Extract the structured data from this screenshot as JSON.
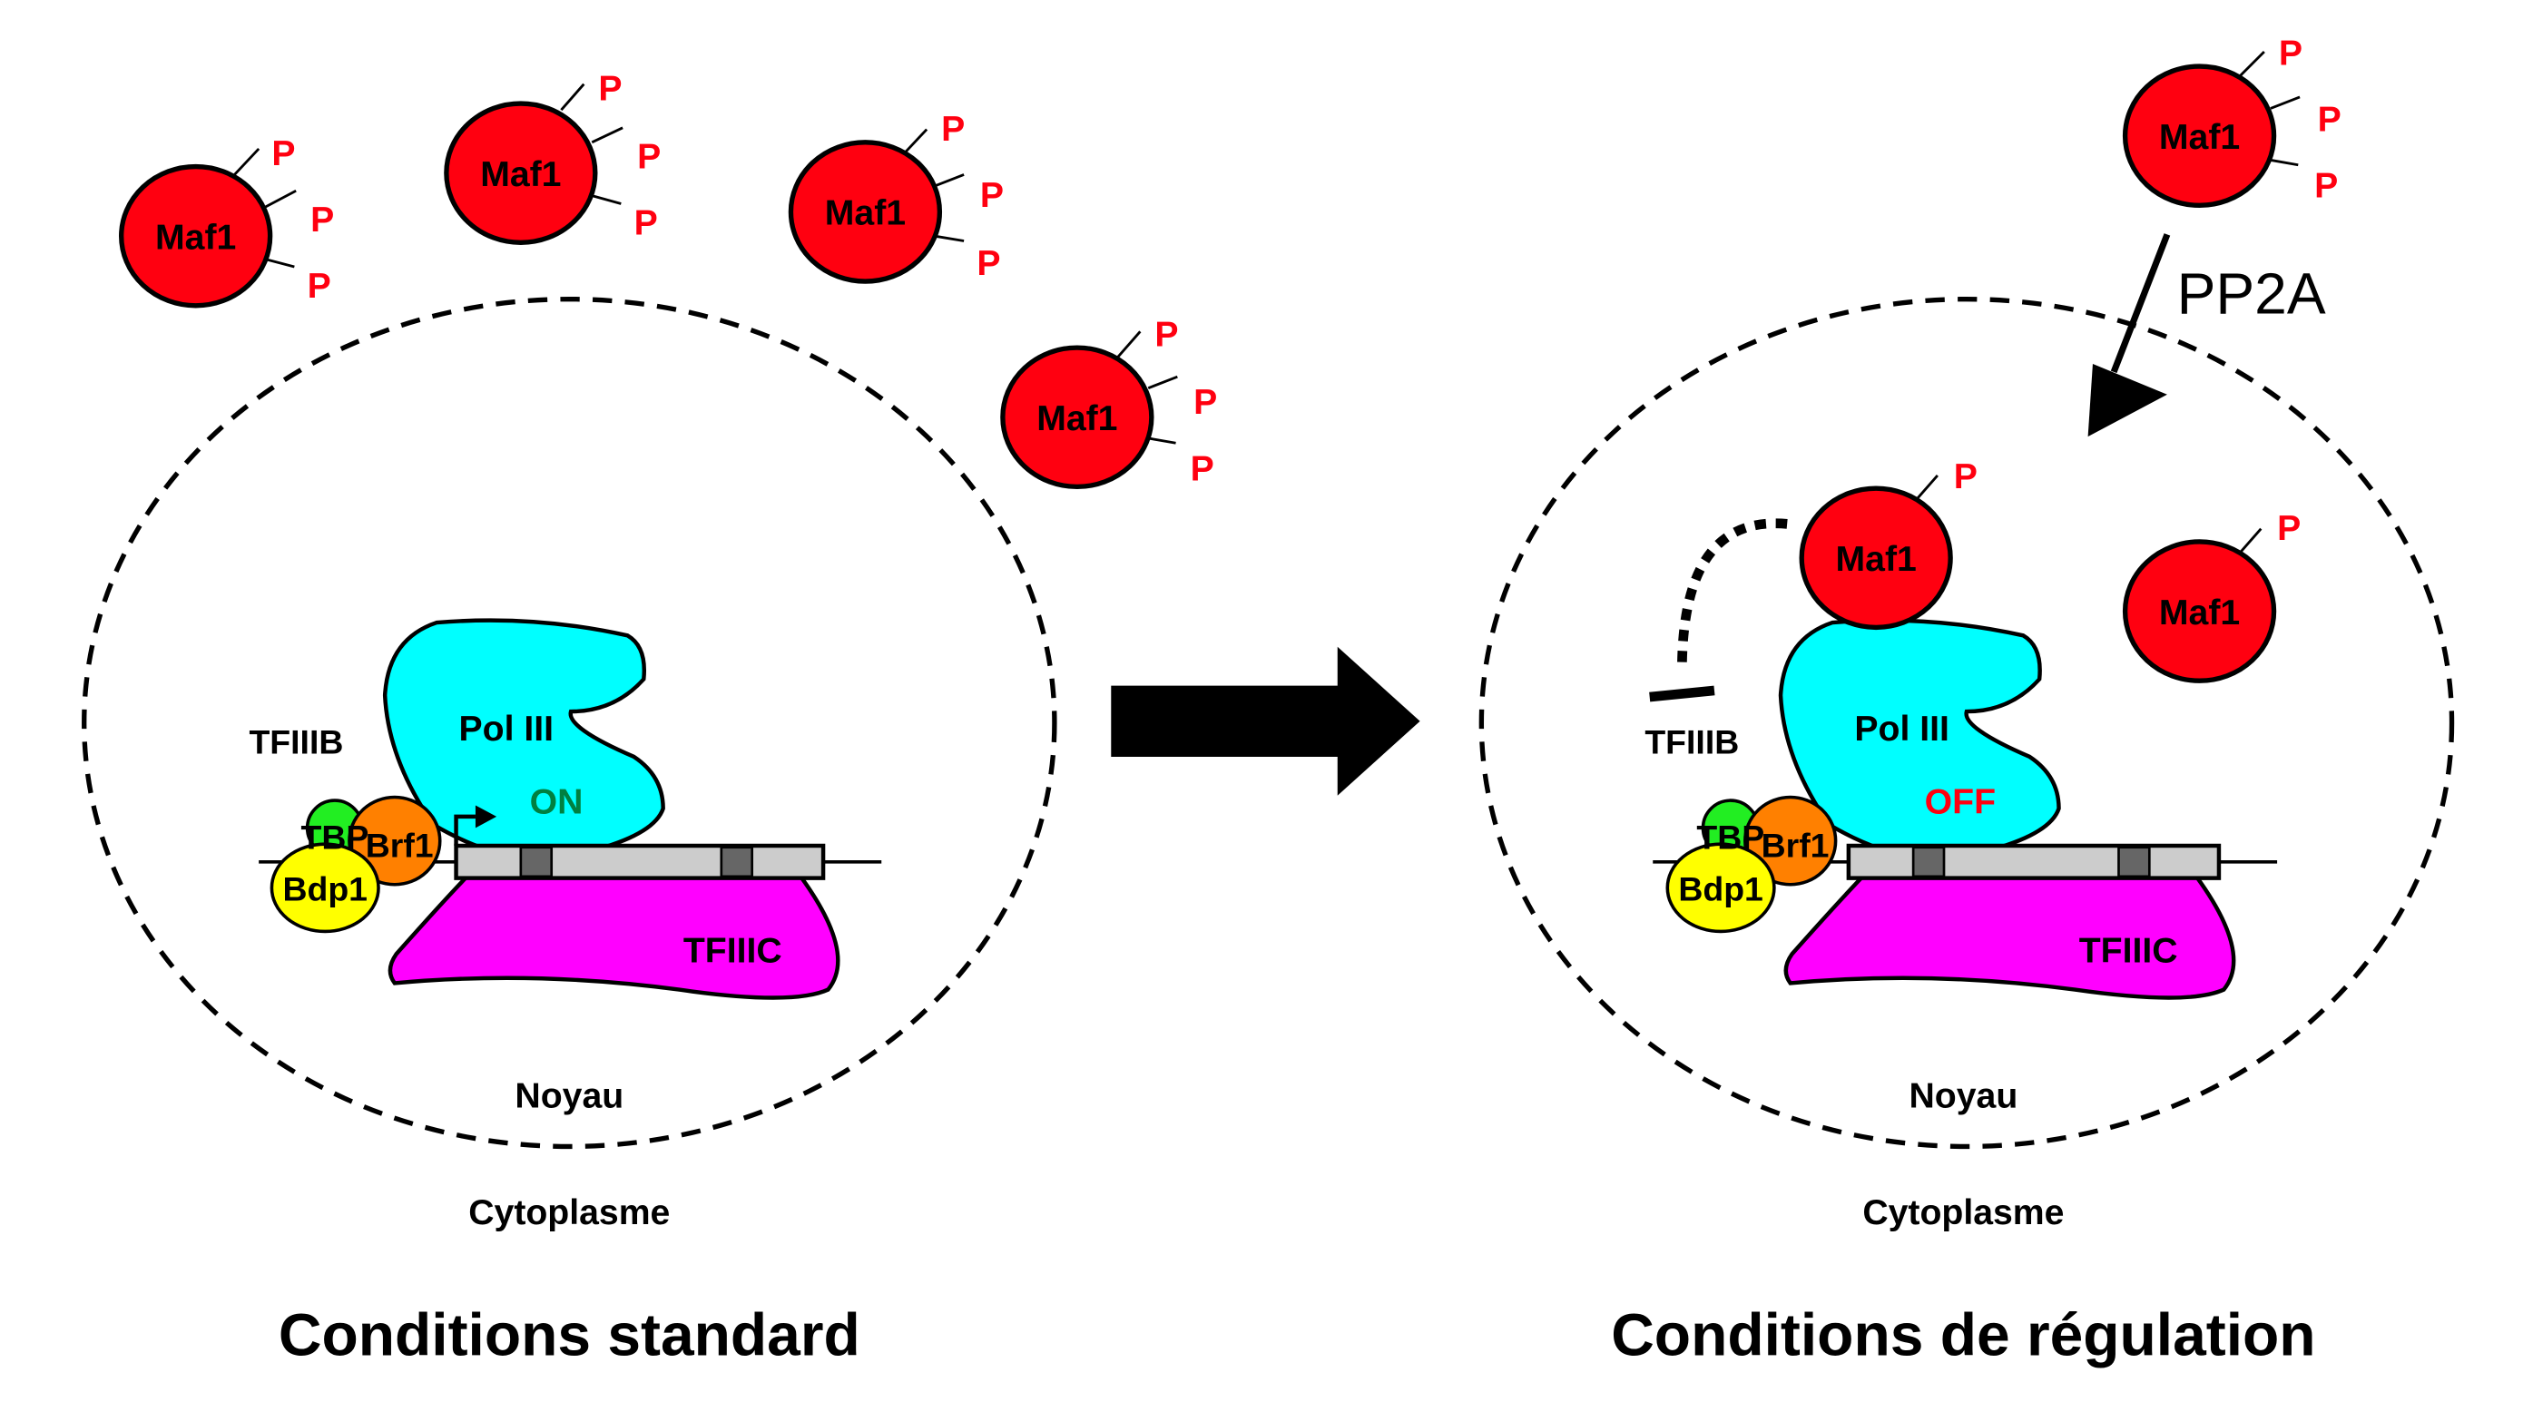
{
  "colors": {
    "maf1": "#ff0010",
    "phospho": "#ff0010",
    "pol3": "#00ffff",
    "tfiiic": "#ff00ff",
    "brf1": "#ff8000",
    "tbp": "#22ee22",
    "bdp1": "#ffff00",
    "dna_box": "#cccccc",
    "dna_element": "#666666",
    "on": "#008040",
    "off": "#ff0010"
  },
  "phospho_label": "P",
  "maf1_label": "Maf1",
  "left": {
    "title": "Conditions standard",
    "compartment_inner": "Noyau",
    "compartment_outer": "Cytoplasme",
    "tfiiib": "TFIIIB",
    "pol3": "Pol III",
    "state": "ON",
    "tfiiic": "TFIIIC",
    "tbp": "TBP",
    "brf1": "Brf1",
    "bdp1": "Bdp1",
    "maf1_phospho_counts": [
      3,
      3,
      3,
      3
    ]
  },
  "right": {
    "title": "Conditions de régulation",
    "compartment_inner": "Noyau",
    "compartment_outer": "Cytoplasme",
    "tfiiib": "TFIIIB",
    "pol3": "Pol III",
    "state": "OFF",
    "tfiiic": "TFIIIC",
    "tbp": "TBP",
    "brf1": "Brf1",
    "bdp1": "Bdp1",
    "enzyme": "PP2A",
    "maf1_phospho_counts": [
      3,
      1,
      1
    ]
  }
}
